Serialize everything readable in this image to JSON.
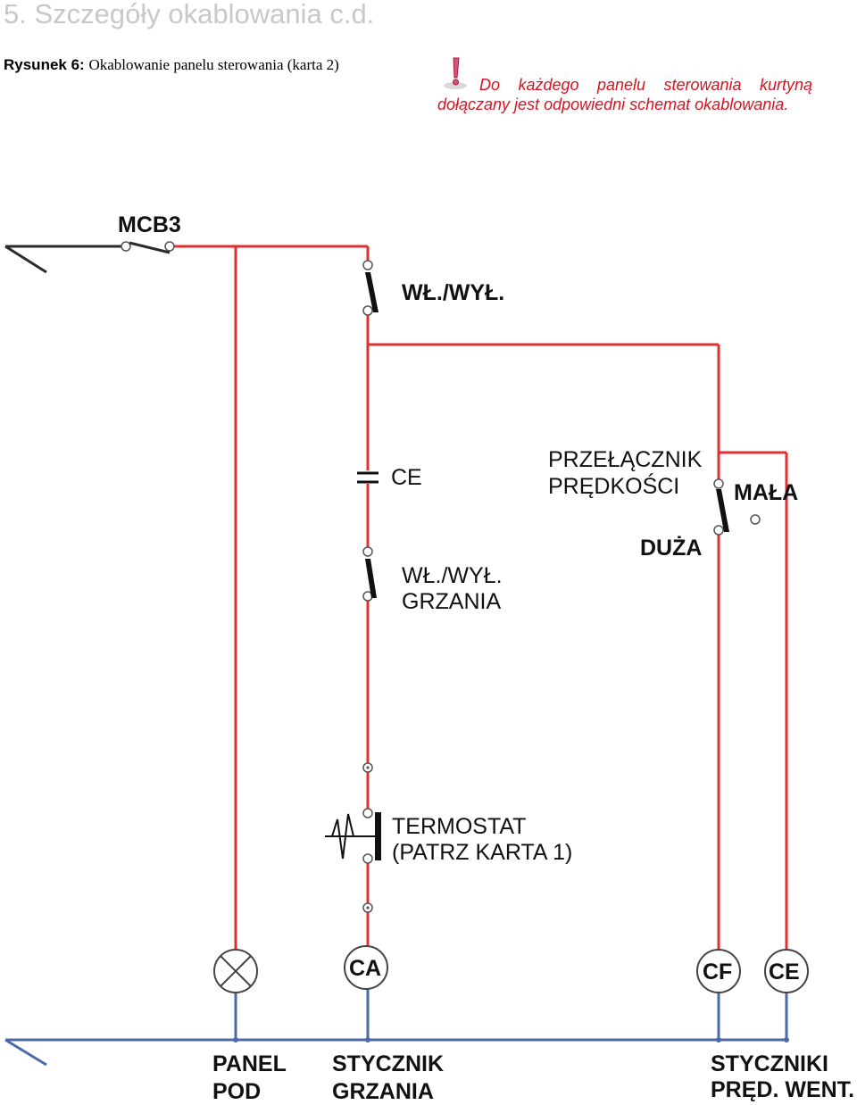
{
  "header": {
    "section_title": "5. Szczegóły okablowania c.d.",
    "caption_label": "Rysunek 6:",
    "caption_text": "Okablowanie panelu sterowania (karta 2)",
    "note": "Do każdego panelu sterowania kurtyną dołączany jest odpowiedni schemat okablowania."
  },
  "diagram": {
    "mcb": "MCB3",
    "main_switch": "WŁ./WYŁ.",
    "ce_capacitor": "CE",
    "heat_switch_line1": "WŁ./WYŁ.",
    "heat_switch_line2": "GRZANIA",
    "speed_switch_line1": "PRZEŁĄCZNIK",
    "speed_switch_line2": "PRĘDKOŚCI",
    "speed_low": "MAŁA",
    "speed_high": "DUŻA",
    "thermostat_line1": "TERMOSTAT",
    "thermostat_line2": "(PATRZ KARTA 1)",
    "lamp_ca": "CA",
    "lamp_cf": "CF",
    "lamp_ce": "CE",
    "bottom_panel_line1": "PANEL",
    "bottom_panel_line2": "POD",
    "bottom_contactor_line1": "STYCZNIK",
    "bottom_contactor_line2": "GRZANIA",
    "bottom_fan_line1": "STYCZNIKI",
    "bottom_fan_line2": "PRĘD. WENT.",
    "colors": {
      "live_wire": "#e03030",
      "neutral_wire": "#4a6aaa",
      "note_text": "#d8121f",
      "title_text": "#c8c8c8"
    }
  }
}
